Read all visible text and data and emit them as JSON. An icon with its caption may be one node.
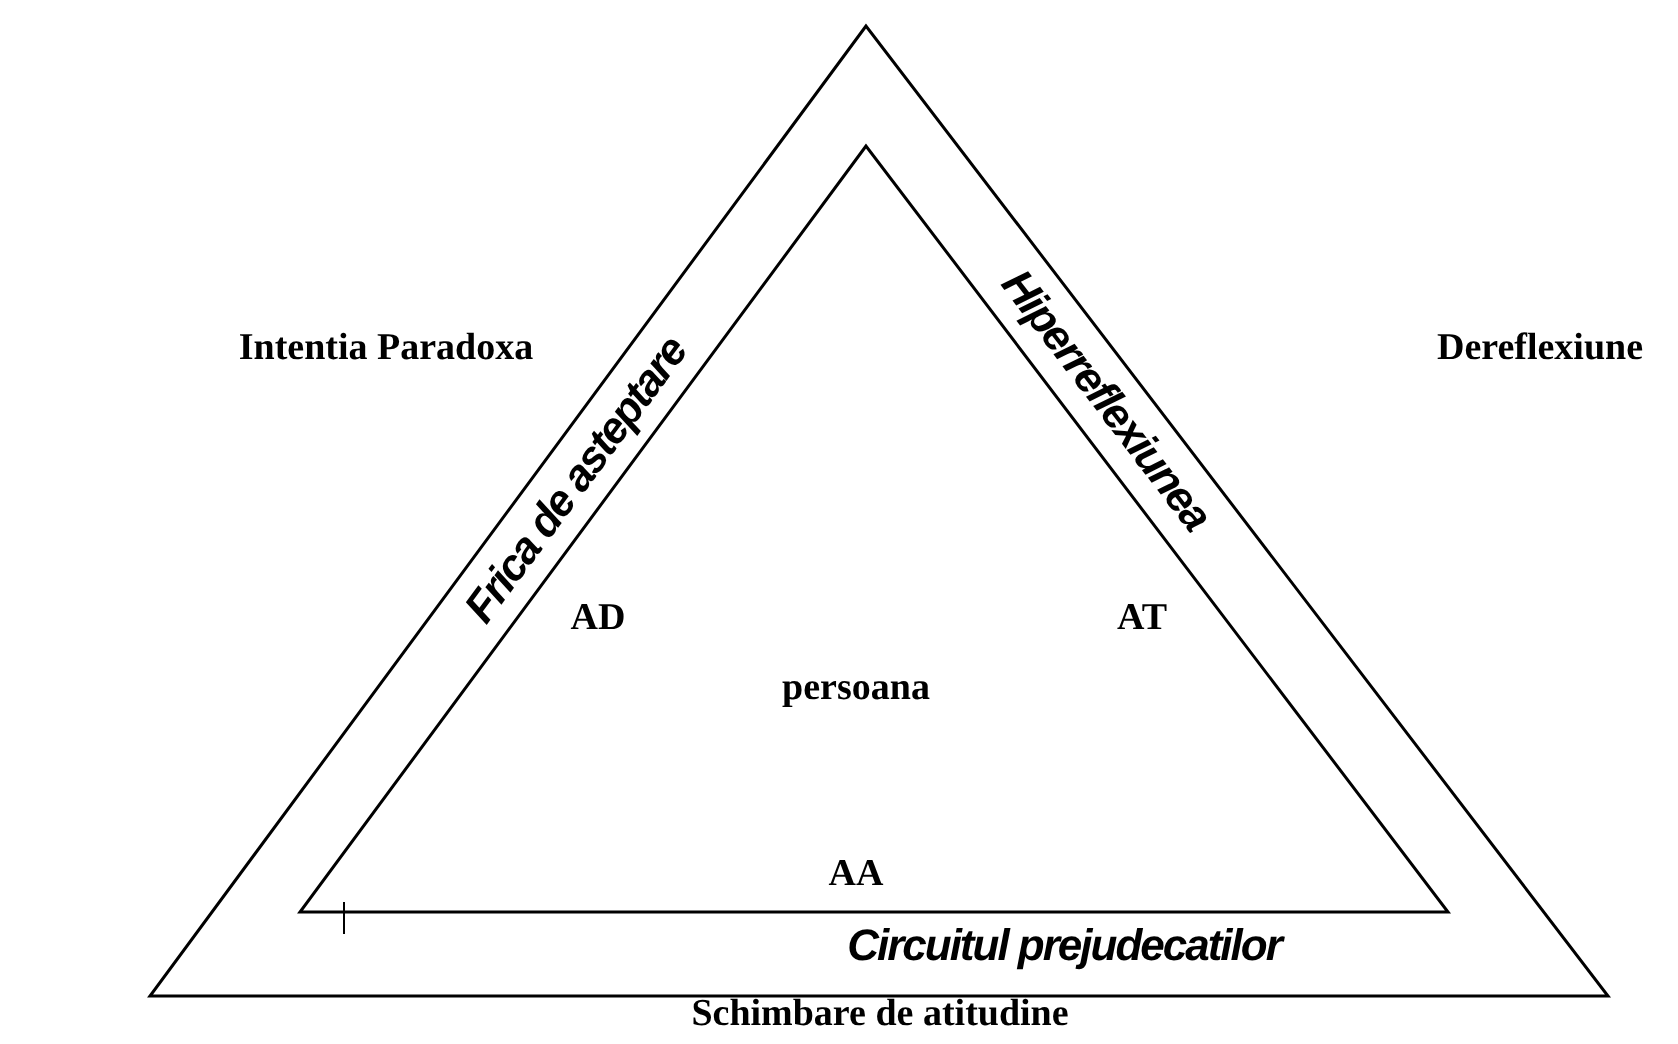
{
  "diagram": {
    "nodes": [
      {
        "text": [],
        "shape": "triangle"
      },
      {
        "text": [
          "AD",
          "AT",
          "persoana",
          "AA"
        ],
        "in": 0
      }
    ],
    "labels": [
      "Frica de asteptare",
      "Hiperreflexiunea",
      "Intentia Paradoxa",
      "Dereflexiune",
      "Circuitul prejudecatilor",
      "Schimbare de atitudine"
    ]
  }
}
